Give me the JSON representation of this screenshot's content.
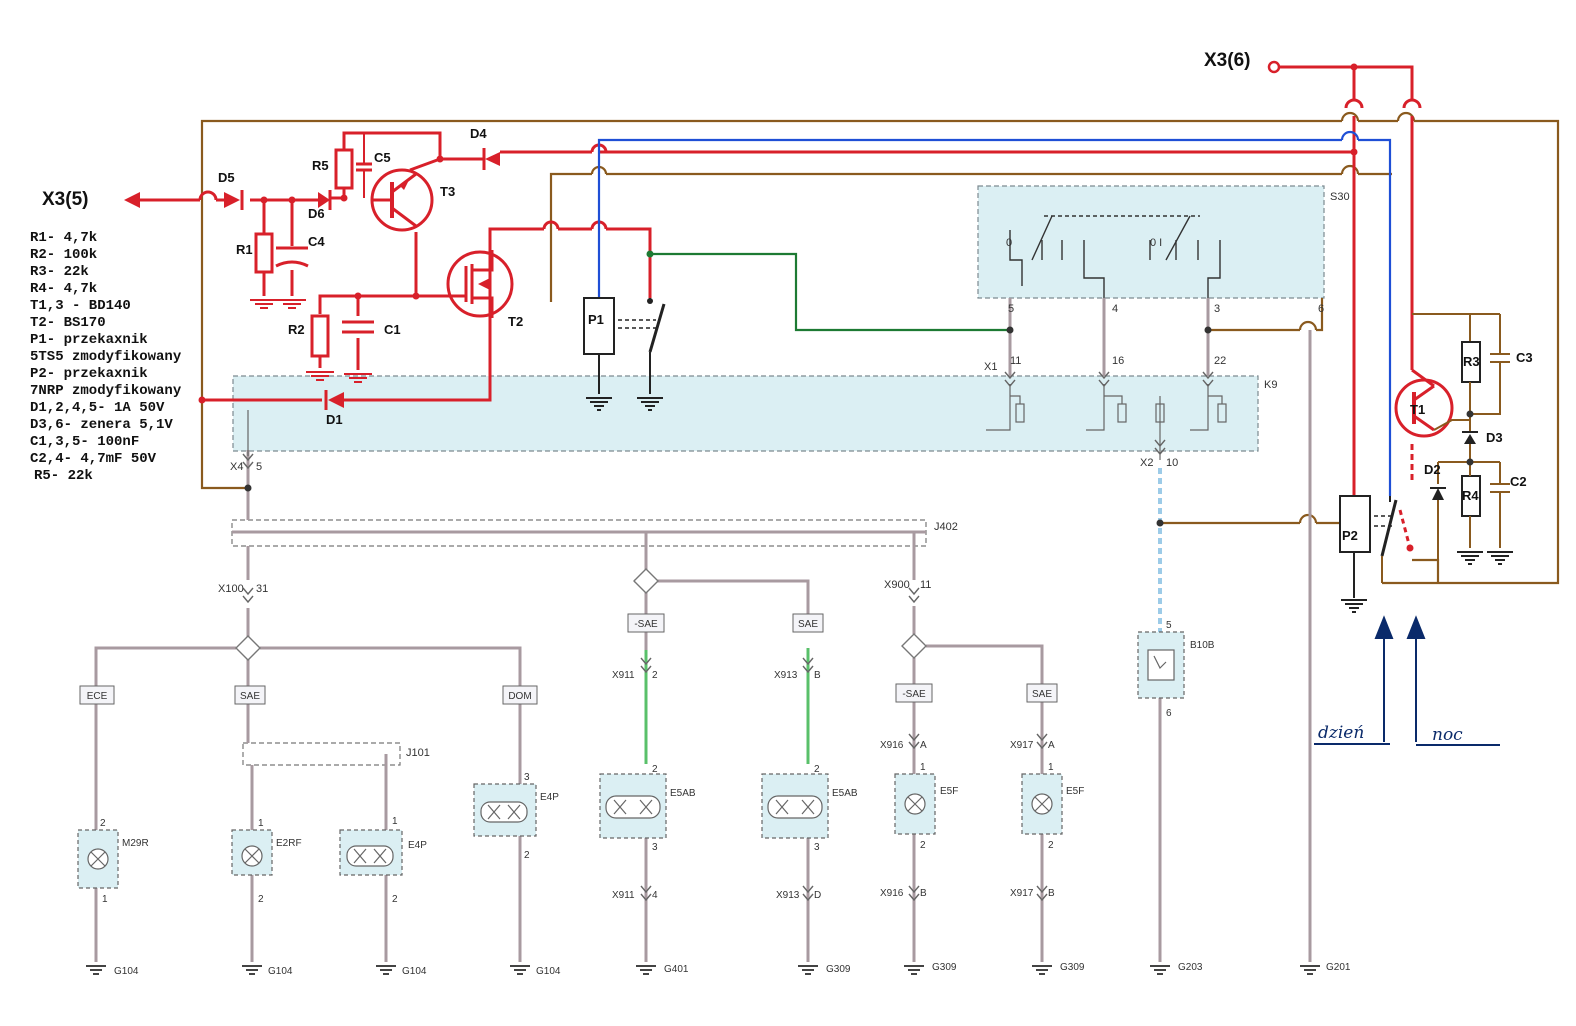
{
  "terminals": {
    "x3_5": "X3(5)",
    "x3_6": "X3(6)"
  },
  "legend": [
    "R1- 4,7k",
    "R2- 100k",
    "R3- 22k",
    "R4- 4,7k",
    "T1,3 - BD140",
    "T2- BS170",
    "P1- przekaxnik",
    "5TS5 zmodyfikowany",
    "P2- przekaxnik",
    "7NRP zmodyfikowany",
    "D1,2,4,5- 1A 50V",
    "D3,6- zenera 5,1V",
    "C1,3,5- 100nF",
    "C2,4- 4,7mF 50V",
    "R5- 22k"
  ],
  "components": {
    "d1": "D1",
    "d2": "D2",
    "d3": "D3",
    "d4": "D4",
    "d5": "D5",
    "d6": "D6",
    "r1": "R1",
    "r2": "R2",
    "r3": "R3",
    "r4": "R4",
    "r5": "R5",
    "c1": "C1",
    "c2": "C2",
    "c3": "C3",
    "c4": "C4",
    "c5": "C5",
    "t1": "T1",
    "t2": "T2",
    "t3": "T3",
    "p1": "P1",
    "p2": "P2"
  },
  "switch_block": {
    "name": "S30",
    "pos_a": "0",
    "pos_b": "0 I",
    "pins": [
      "5",
      "4",
      "3",
      "6"
    ]
  },
  "connectors": {
    "x1": "X1",
    "x1_pins": [
      "11",
      "16",
      "22"
    ],
    "k9": "K9",
    "x2": "X2",
    "x2_pin": "10",
    "x4": "X4",
    "x4_pin": "5",
    "j402": "J402",
    "x100": "X100",
    "x100_pin": "31",
    "x900": "X900",
    "x900_pin": "11",
    "j101": "J101"
  },
  "tags": {
    "ece": "ECE",
    "sae": "SAE",
    "dom": "DOM",
    "nsae": "-SAE"
  },
  "lamp_circuits": [
    {
      "lamp": "M29R",
      "pin_top": "2",
      "pin_bottom": "1",
      "ground": "G104"
    },
    {
      "lamp": "E2RF",
      "pin_top": "1",
      "pin_bottom": "2",
      "ground": "G104"
    },
    {
      "lamp": "E4P",
      "pin_top": "1",
      "pin_bottom": "2",
      "ground": "G104"
    },
    {
      "lamp": "E4P",
      "pin_top": "3",
      "pin_bottom": "2",
      "ground": "G104"
    },
    {
      "lamp": "E5AB",
      "conn": "X911",
      "conn_top_pin": "2",
      "pin_top": "2",
      "pin_bottom": "3",
      "conn_bottom_pin": "4",
      "ground": "G401"
    },
    {
      "lamp": "E5AB",
      "conn": "X913",
      "conn_top_pin": "B",
      "pin_top": "2",
      "pin_bottom": "3",
      "conn_bottom_pin": "D",
      "ground": "G309"
    },
    {
      "lamp": "E5F",
      "conn": "X916",
      "conn_top_pin": "A",
      "pin_top": "1",
      "pin_bottom": "2",
      "conn_bottom_pin": "B",
      "ground": "G309"
    },
    {
      "lamp": "E5F",
      "conn": "X917",
      "conn_top_pin": "A",
      "pin_top": "1",
      "pin_bottom": "2",
      "conn_bottom_pin": "B",
      "ground": "G309"
    }
  ],
  "sensor": {
    "name": "B10B",
    "pin_top": "5",
    "pin_bottom": "6",
    "ground": "G203"
  },
  "ground_s30": "G201",
  "handwritten": {
    "day": "dzień",
    "night": "noc"
  },
  "colors": {
    "red": "#d8202a",
    "blue": "#1f4fd6",
    "brown": "#8a5a1e",
    "green": "#1d7a33",
    "gray_wire": "#a89aa0",
    "module_fill": "#dbeff3"
  }
}
